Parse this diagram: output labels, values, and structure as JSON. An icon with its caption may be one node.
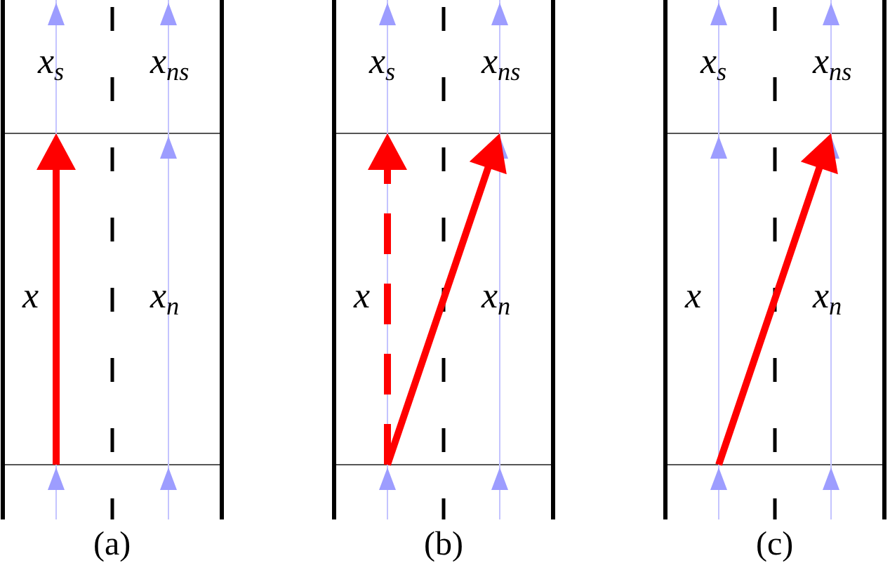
{
  "diagram": {
    "labels": [
      "x$_{s}$",
      "x$_{ns}$",
      "x$_{s}$",
      "x$_{ns}$",
      "x$_{s}$",
      "x$_{ns}$",
      "x",
      "x$_{n}$",
      "x",
      "x$_{n}$",
      "x",
      "x$_{n}$",
      "(a)",
      "(b)",
      "(c)"
    ]
  }
}
